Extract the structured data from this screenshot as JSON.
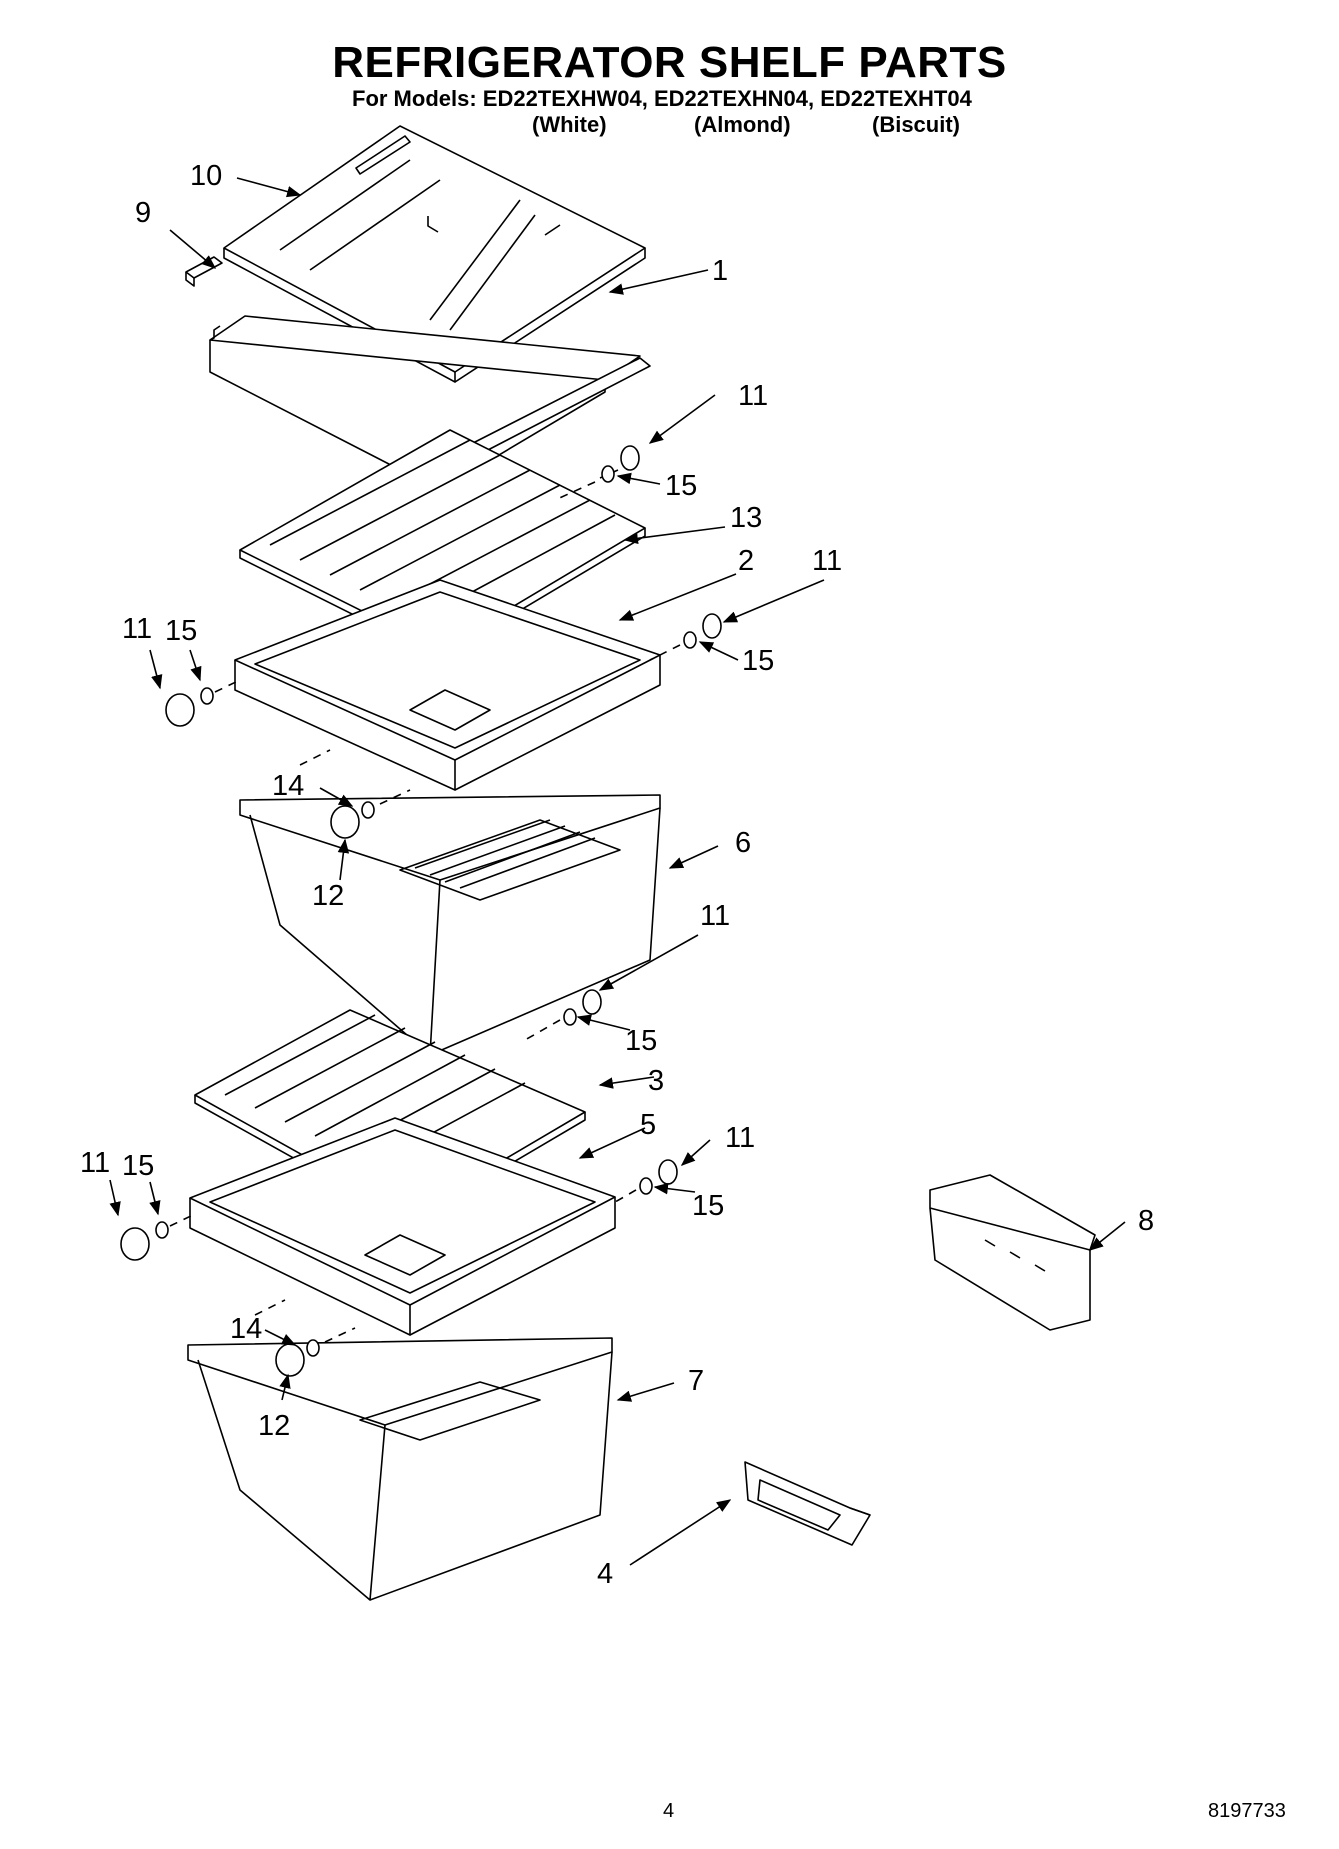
{
  "header": {
    "title": "REFRIGERATOR SHELF PARTS",
    "models_line": "For Models: ED22TEXHW04, ED22TEXHN04, ED22TEXHT04",
    "variants": [
      "(White)",
      "(Almond)",
      "(Biscuit)"
    ]
  },
  "callouts": [
    "10",
    "9",
    "1",
    "11",
    "15",
    "13",
    "2",
    "11",
    "15",
    "11",
    "15",
    "14",
    "12",
    "6",
    "11",
    "15",
    "3",
    "5",
    "11",
    "15",
    "11",
    "15",
    "8",
    "14",
    "12",
    "7",
    "4"
  ],
  "footer": {
    "page_number": "4",
    "doc_number": "8197733"
  }
}
